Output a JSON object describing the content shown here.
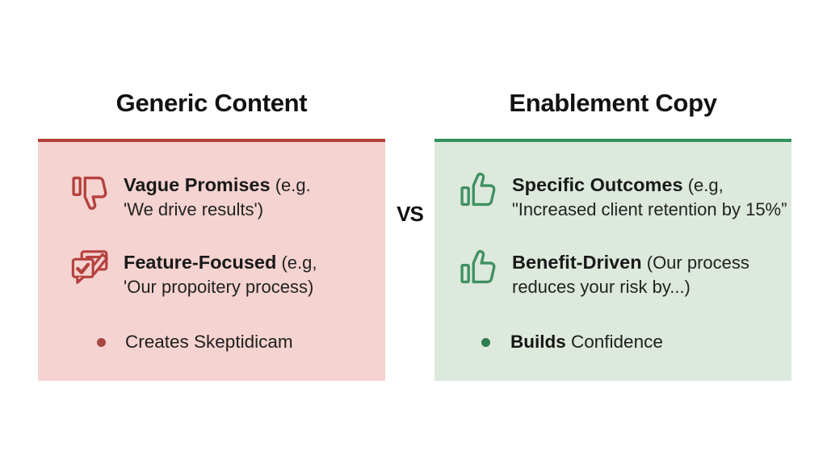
{
  "vs_label": "VS",
  "left": {
    "title": "Generic Content",
    "panel_bg": "#f5d3d0",
    "accent": "#b4403c",
    "items": [
      {
        "icon": "thumbs-down-icon",
        "term": "Vague Promises",
        "qualifier": " (e.g.",
        "line2": "'We drive results')"
      },
      {
        "icon": "feedback-edit-icon",
        "term": "Feature-Focused",
        "qualifier": " (e.g,",
        "line2": "'Our propoitery process)"
      }
    ],
    "bullet": {
      "bold": "",
      "text": "Creates Skeptidicam"
    }
  },
  "right": {
    "title": "Enablement Copy",
    "panel_bg": "#dde9dc",
    "accent": "#30935c",
    "items": [
      {
        "icon": "thumbs-up-icon",
        "term": "Specific Outcomes",
        "qualifier": " (e.g,",
        "line2": "\"Increased client retention by 15%”"
      },
      {
        "icon": "thumbs-up-icon",
        "term": "Benefit-Driven",
        "qualifier": " (Our process",
        "line2": "reduces your risk by...)"
      }
    ],
    "bullet": {
      "bold": "Builds",
      "text": " Confidence"
    }
  }
}
